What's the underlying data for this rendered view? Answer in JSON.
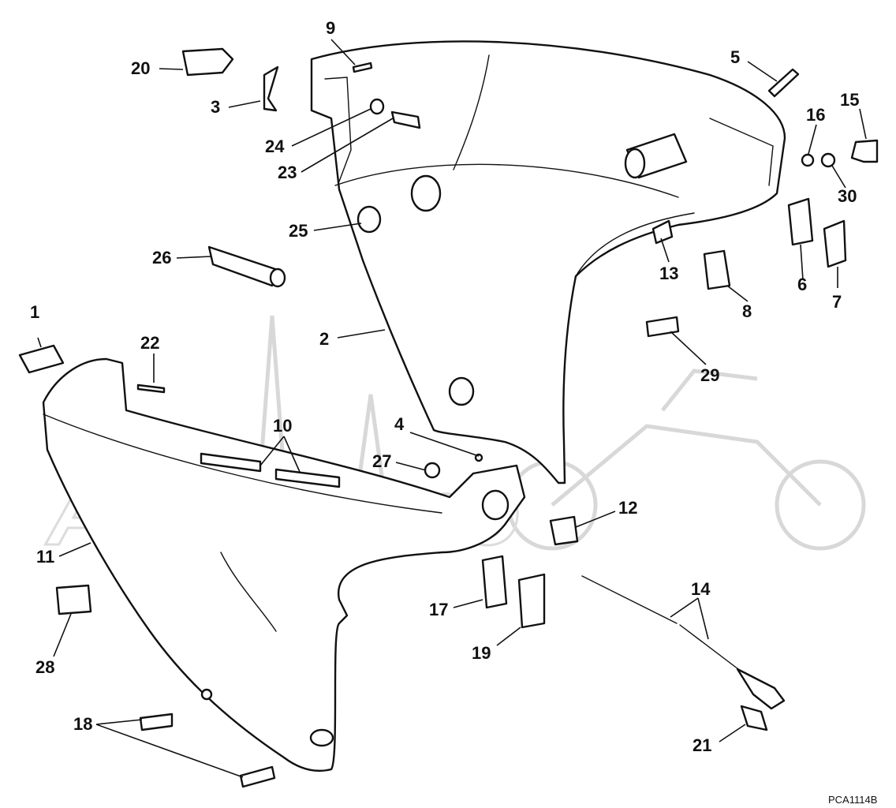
{
  "diagram": {
    "drawing_code": "PCA1114B",
    "watermark_text": "AeHmomo",
    "callouts": [
      "1",
      "2",
      "3",
      "4",
      "5",
      "6",
      "7",
      "8",
      "9",
      "10",
      "11",
      "12",
      "13",
      "14",
      "15",
      "16",
      "17",
      "18",
      "19",
      "20",
      "21",
      "22",
      "23",
      "24",
      "25",
      "26",
      "27",
      "28",
      "29",
      "30"
    ]
  }
}
